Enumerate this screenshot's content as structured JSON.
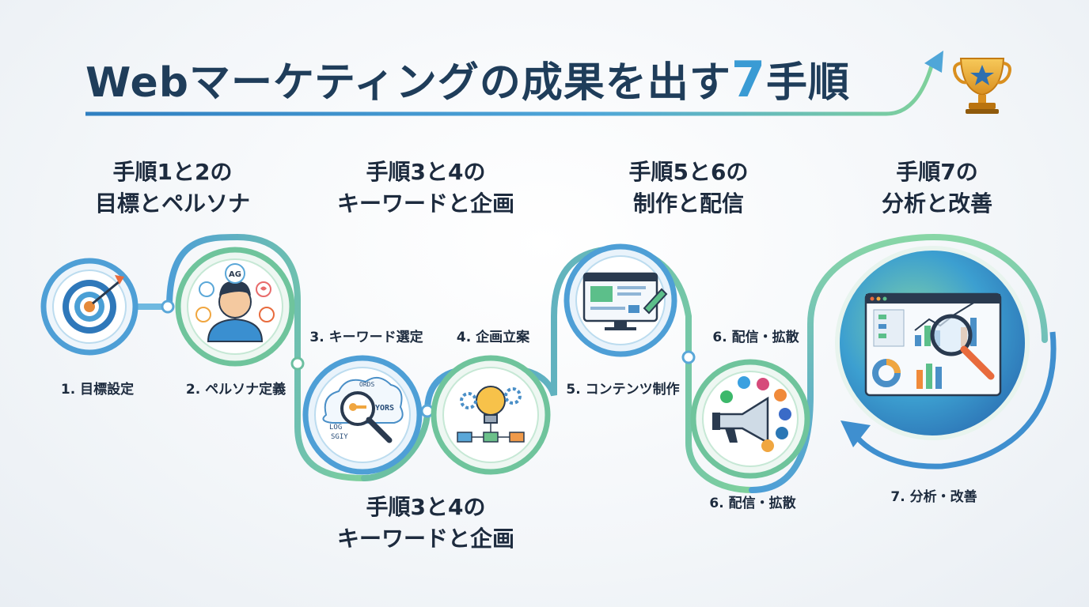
{
  "title": {
    "main": "Webマーケティングの成果を出す",
    "number": "7",
    "suffix": "手順"
  },
  "groups": [
    {
      "line1": "手順1と2の",
      "line2": "目標とペルソナ"
    },
    {
      "line1": "手順3と4の",
      "line2": "キーワードと企画"
    },
    {
      "line1": "手順5と6の",
      "line2": "制作と配信"
    },
    {
      "line1": "手順7の",
      "line2": "分析と改善"
    },
    {
      "line1": "手順3と4の",
      "line2": "キーワードと企画"
    }
  ],
  "steps": [
    {
      "label": "1. 目標設定",
      "icon": "target-icon"
    },
    {
      "label": "2. ペルソナ定義",
      "icon": "persona-icon",
      "badge": "AG"
    },
    {
      "label": "3. キーワード選定",
      "icon": "keyword-search-icon",
      "cloud_words": [
        "ORDS",
        "YORS",
        "LOG",
        "SGIY"
      ]
    },
    {
      "label": "4. 企画立案",
      "icon": "idea-bulb-icon"
    },
    {
      "label": "5. コンテンツ制作",
      "icon": "content-editor-icon"
    },
    {
      "label": "6. 配信・拡散",
      "icon": "megaphone-icon"
    },
    {
      "label": "6. 配信・拡散",
      "icon": "megaphone-icon"
    },
    {
      "label": "7. 分析・改善",
      "icon": "analytics-icon"
    }
  ],
  "colors": {
    "title": "#1f3d5a",
    "accent_blue": "#3a9bd4",
    "accent_green": "#5cc08a",
    "path_blue": "#5aa7d8",
    "path_green": "#7fcf9a"
  },
  "decorations": {
    "trophy": "trophy-icon",
    "growth_arrow": "trend-arrow-icon",
    "cycle_arrow": "cycle-arrow-icon"
  }
}
